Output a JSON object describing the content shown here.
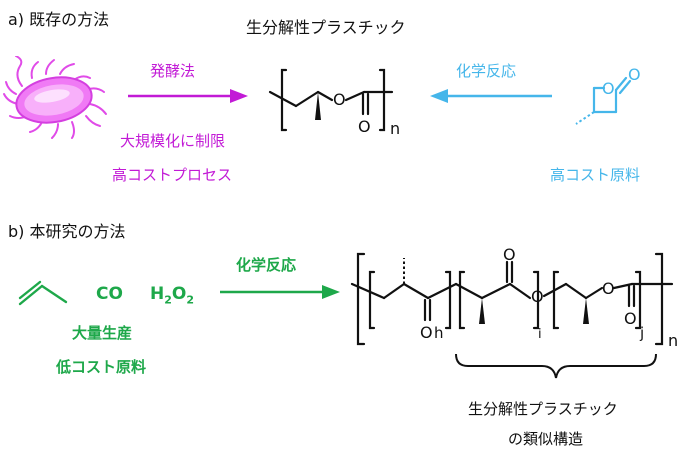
{
  "section_a": {
    "heading": "a) 既存の方法",
    "product_title": "生分解性プラスチック",
    "left_arrow_label": "発酵法",
    "left_note_line1": "大規模化に制限",
    "left_note_line2": "高コストプロセス",
    "right_arrow_label": "化学反応",
    "right_note": "高コスト原料",
    "atom_o": "O",
    "subscript_n": "n"
  },
  "section_b": {
    "heading": "b) 本研究の方法",
    "reagent_co": "CO",
    "reagent_h": "H",
    "reagent_h_sub": "2",
    "reagent_o": "O",
    "reagent_o_sub": "2",
    "arrow_label": "化学反応",
    "note_line1": "大量生産",
    "note_line2": "低コスト原料",
    "atom_o": "O",
    "sub_h": "h",
    "sub_i": "i",
    "sub_j": "j",
    "sub_n": "n",
    "brace_label_line1": "生分解性プラスチック",
    "brace_label_line2": "の類似構造"
  },
  "colors": {
    "magenta": "#c21ad6",
    "blue": "#45b6ea",
    "green": "#1ea84a",
    "black": "#111111"
  }
}
